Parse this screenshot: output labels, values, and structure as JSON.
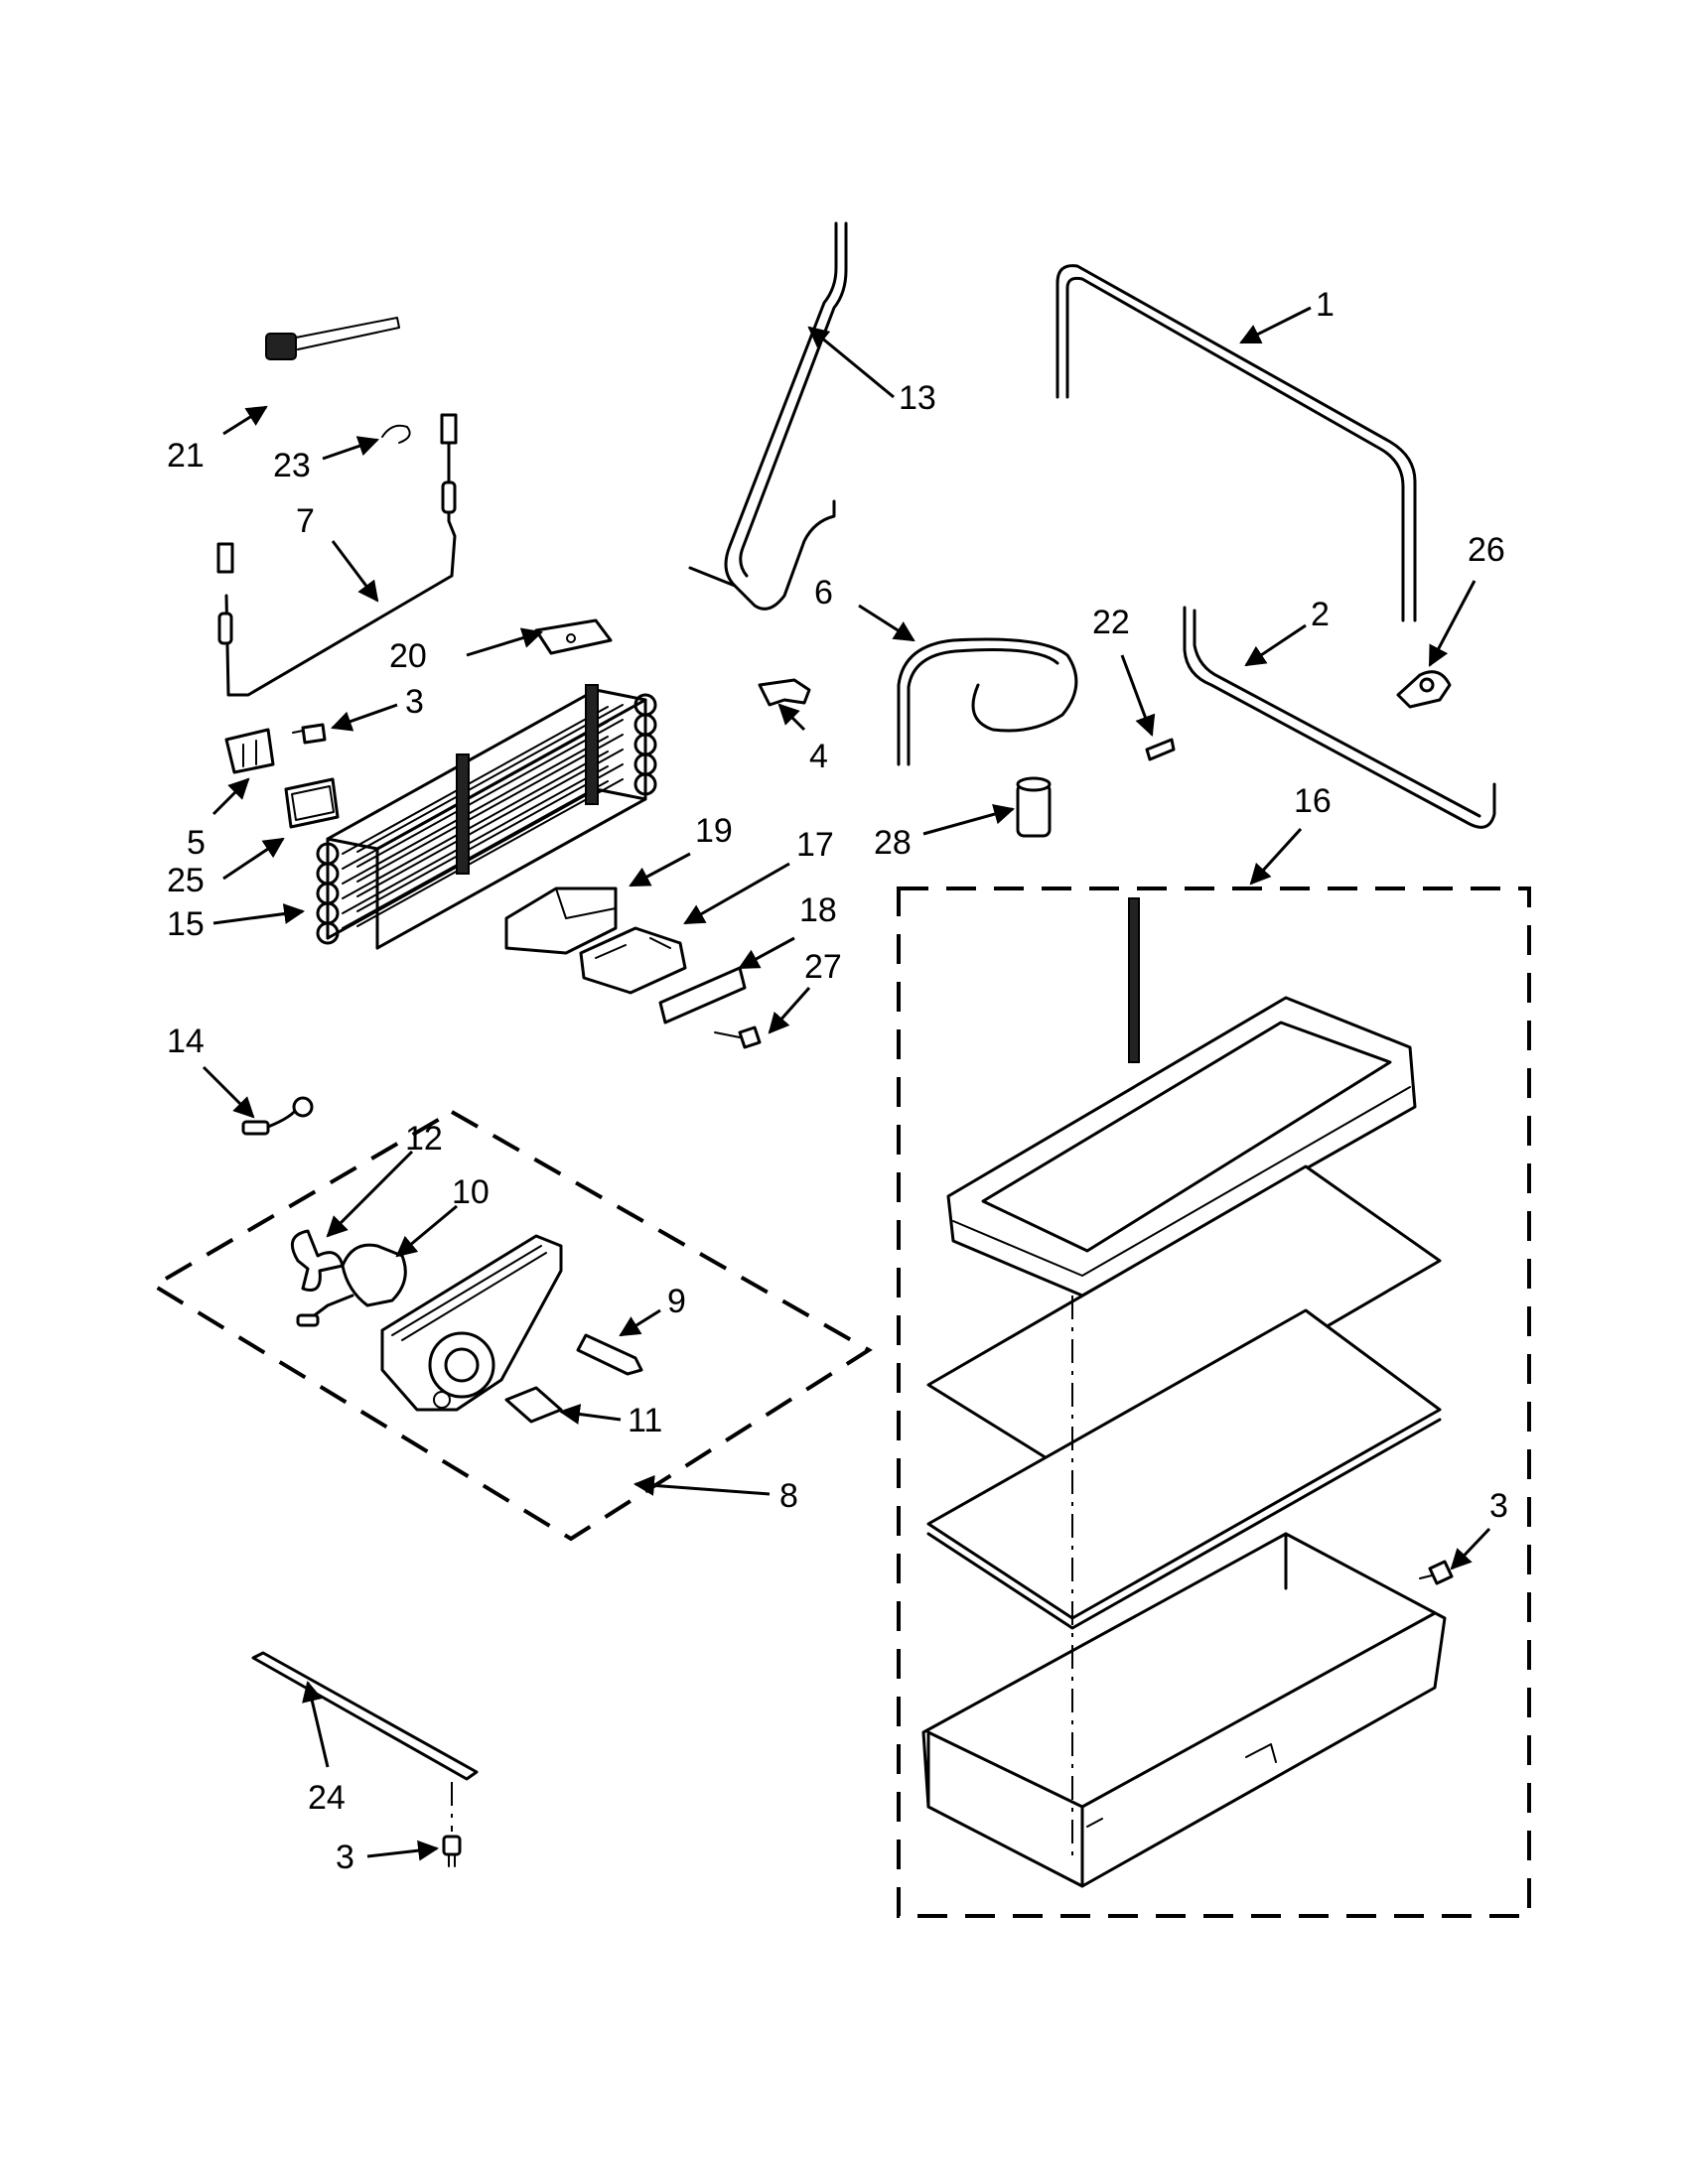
{
  "callouts": {
    "c1": "1",
    "c2": "2",
    "c3a": "3",
    "c3b": "3",
    "c3c": "3",
    "c4": "4",
    "c5": "5",
    "c6": "6",
    "c7": "7",
    "c8": "8",
    "c9": "9",
    "c10": "10",
    "c11": "11",
    "c12": "12",
    "c13": "13",
    "c14": "14",
    "c15": "15",
    "c16": "16",
    "c17": "17",
    "c18": "18",
    "c19": "19",
    "c20": "20",
    "c21": "21",
    "c22": "22",
    "c23": "23",
    "c24": "24",
    "c25": "25",
    "c26": "26",
    "c27": "27",
    "c28": "28"
  }
}
